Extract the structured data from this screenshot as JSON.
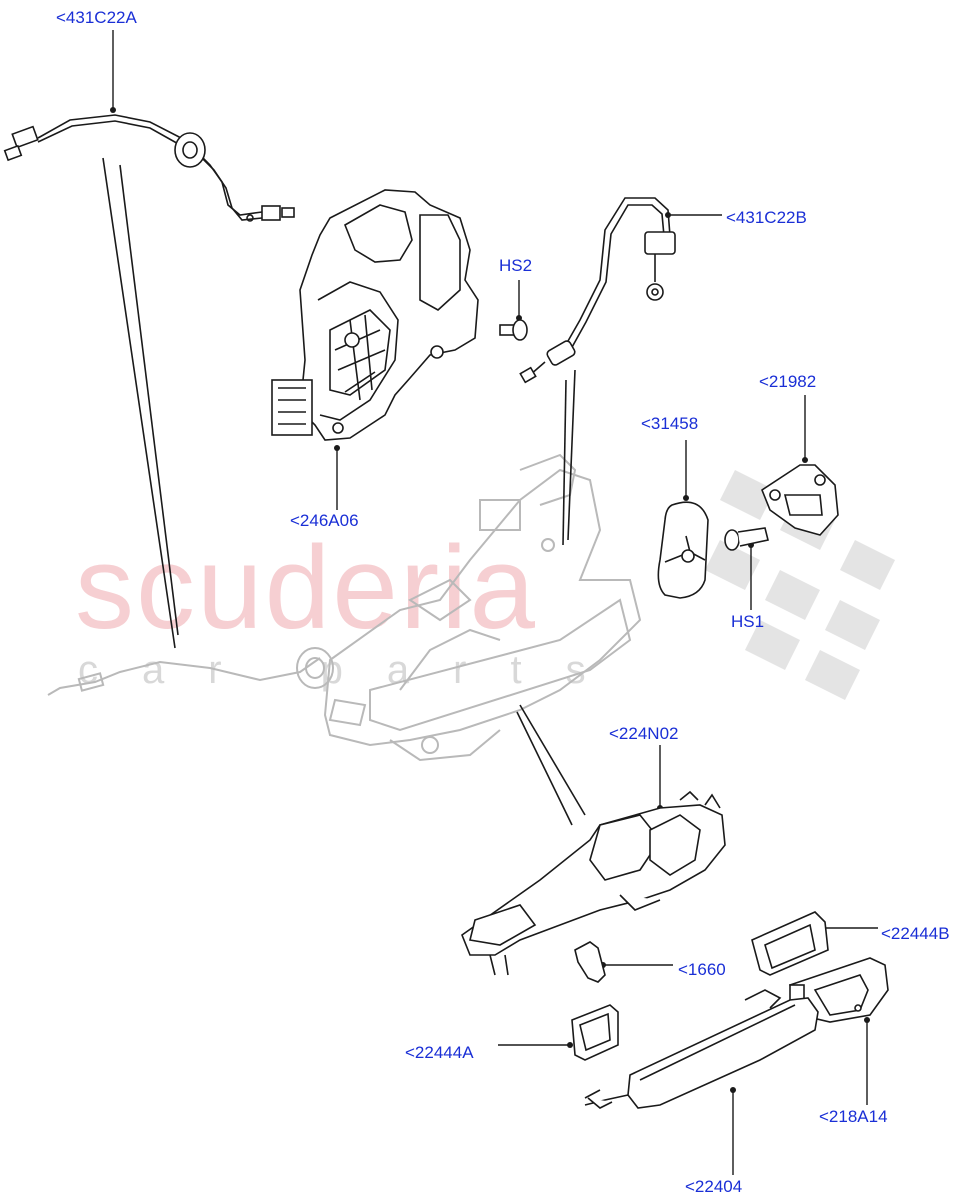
{
  "watermark": {
    "brand": "scuderia",
    "sub": "car parts"
  },
  "colors": {
    "callout": "#1a2fd6",
    "linework": "#1a1a1a",
    "ghost_linework": "#b9b9b9",
    "watermark_red": "#f6cfd2",
    "watermark_grey": "#d8d8d8"
  },
  "callouts": {
    "c431C22A": "<431C22A",
    "c431C22B": "<431C22B",
    "hs2": "HS2",
    "c246A06": "<246A06",
    "c31458": "<31458",
    "c21982": "<21982",
    "hs1": "HS1",
    "c224N02": "<224N02",
    "c22444B": "<22444B",
    "c1660": "<1660",
    "c22444A": "<22444A",
    "c218A14": "<218A14",
    "c22404": "<22404"
  }
}
